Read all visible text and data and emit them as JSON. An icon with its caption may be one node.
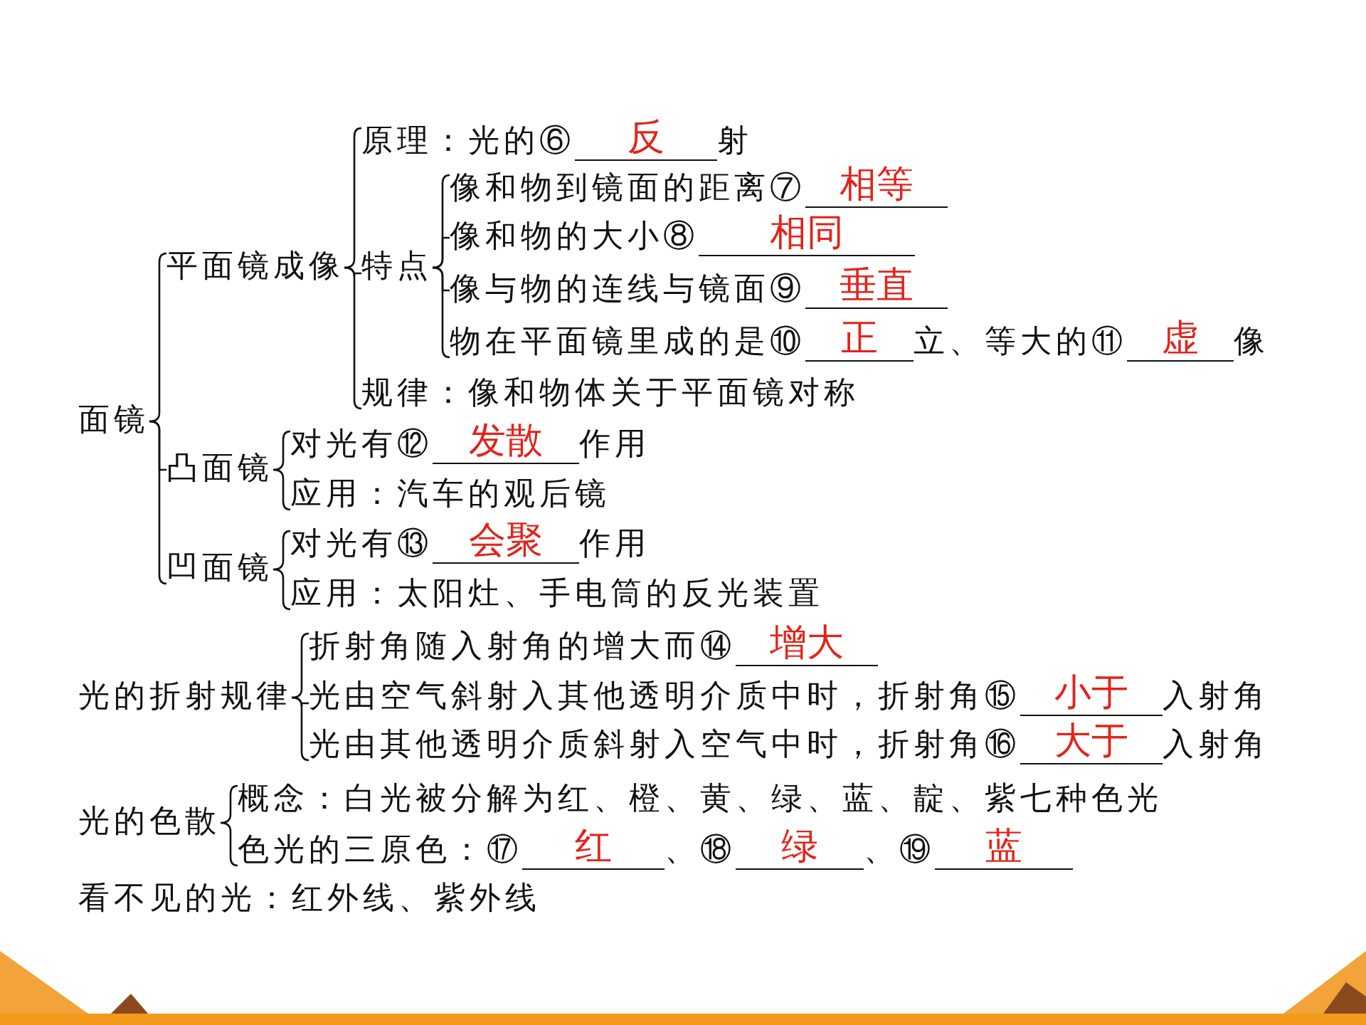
{
  "diagram": {
    "nodes": [
      {
        "text": [
          "面镜"
        ]
      },
      {
        "text": [
          "平面镜成像"
        ]
      },
      {
        "text": [
          "原理：光的⑥",
          "反",
          "射"
        ]
      },
      {
        "text": [
          "特点"
        ]
      },
      {
        "text": [
          "像和物到镜面的距离⑦",
          "相等"
        ]
      },
      {
        "text": [
          "像和物的大小⑧",
          "相同"
        ]
      },
      {
        "text": [
          "像与物的连线与镜面⑨",
          "垂直"
        ]
      },
      {
        "text": [
          "物在平面镜里成的是⑩",
          "正",
          "立、等大的⑪",
          "虚",
          "像"
        ]
      },
      {
        "text": [
          "规律：像和物体关于平面镜对称"
        ]
      },
      {
        "text": [
          "凸面镜"
        ]
      },
      {
        "text": [
          "对光有⑫",
          "发散",
          "作用"
        ]
      },
      {
        "text": [
          "应用：汽车的观后镜"
        ]
      },
      {
        "text": [
          "凹面镜"
        ]
      },
      {
        "text": [
          "对光有⑬",
          "会聚",
          "作用"
        ]
      },
      {
        "text": [
          "应用：太阳灶、手电筒的反光装置"
        ]
      },
      {
        "text": [
          "光的折射规律"
        ]
      },
      {
        "text": [
          "折射角随入射角的增大而⑭",
          "增大"
        ]
      },
      {
        "text": [
          "光由空气斜射入其他透明介质中时，折射角⑮",
          "小于",
          "入射角"
        ]
      },
      {
        "text": [
          "光由其他透明介质斜射入空气中时，折射角⑯",
          "大于",
          "入射角"
        ]
      },
      {
        "text": [
          "光的色散"
        ]
      },
      {
        "text": [
          "概念：白光被分解为红、橙、黄、绿、蓝、靛、紫七种色光"
        ]
      },
      {
        "text": [
          "色光的三原色：⑰",
          "红",
          "、⑱",
          "绿",
          "、⑲",
          "蓝"
        ]
      }
    ],
    "edges": [
      {
        "from": 0,
        "to": 1,
        "arrow": "none"
      },
      {
        "from": 0,
        "to": 9,
        "arrow": "none"
      },
      {
        "from": 0,
        "to": 12,
        "arrow": "none"
      },
      {
        "from": 1,
        "to": 2,
        "arrow": "none"
      },
      {
        "from": 1,
        "to": 3,
        "arrow": "none"
      },
      {
        "from": 1,
        "to": 8,
        "arrow": "none"
      },
      {
        "from": 3,
        "to": 4,
        "arrow": "none"
      },
      {
        "from": 3,
        "to": 5,
        "arrow": "none"
      },
      {
        "from": 3,
        "to": 6,
        "arrow": "none"
      },
      {
        "from": 3,
        "to": 7,
        "arrow": "none"
      },
      {
        "from": 9,
        "to": 10,
        "arrow": "none"
      },
      {
        "from": 9,
        "to": 11,
        "arrow": "none"
      },
      {
        "from": 12,
        "to": 13,
        "arrow": "none"
      },
      {
        "from": 12,
        "to": 14,
        "arrow": "none"
      },
      {
        "from": 15,
        "to": 16,
        "arrow": "none"
      },
      {
        "from": 15,
        "to": 17,
        "arrow": "none"
      },
      {
        "from": 15,
        "to": 18,
        "arrow": "none"
      },
      {
        "from": 19,
        "to": 20,
        "arrow": "none"
      },
      {
        "from": 19,
        "to": 21,
        "arrow": "none"
      }
    ],
    "labels": [
      "看不见的光：红外线、紫外线"
    ]
  }
}
